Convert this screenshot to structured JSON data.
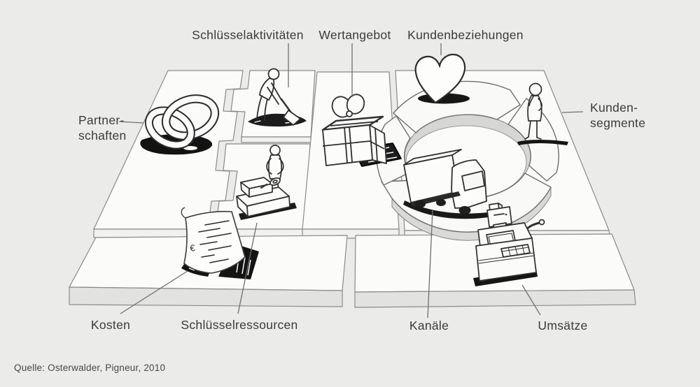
{
  "diagram": {
    "name": "Business Model Canvas",
    "style": "hand-drawn-3d-sketch",
    "labels": {
      "key_activities": "Schlüsselaktivitäten",
      "value_proposition": "Wertangebot",
      "customer_relationships": "Kundenbeziehungen",
      "partnerships": {
        "lines": [
          "Partner-",
          "schaften"
        ]
      },
      "customer_segments": {
        "lines": [
          "Kunden-",
          "segmente"
        ]
      },
      "costs": "Kosten",
      "key_resources": "Schlüsselressourcen",
      "channels": "Kanäle",
      "revenues": "Umsätze"
    },
    "blocks": [
      {
        "id": "partnerships",
        "icon": "interlocked-rings-icon"
      },
      {
        "id": "key-activities",
        "icon": "digging-person-icon"
      },
      {
        "id": "key-resources",
        "icon": "person-with-machine-icon"
      },
      {
        "id": "value-proposition",
        "icon": "gift-box-icon"
      },
      {
        "id": "customer-relationships",
        "icon": "heart-icon"
      },
      {
        "id": "customer-segments",
        "icon": "standing-person-icon"
      },
      {
        "id": "channels",
        "icon": "delivery-truck-in-circular-arrows-icon"
      },
      {
        "id": "costs",
        "icon": "receipt-icon"
      },
      {
        "id": "revenues",
        "icon": "cash-register-icon"
      }
    ],
    "receipt_symbol": "€"
  },
  "source_note": "Quelle: Osterwalder, Pigneur, 2010",
  "colors": {
    "background": "#ebecea",
    "slab_surface": "#fbfbfa",
    "slab_front_upper": "#f1f1f0",
    "slab_front_lower": "#e2e2e1",
    "outline": "#8a8a8a",
    "ink": "#2f2f2f",
    "shadow": "#171717",
    "label_text": "#3a3a3a"
  }
}
